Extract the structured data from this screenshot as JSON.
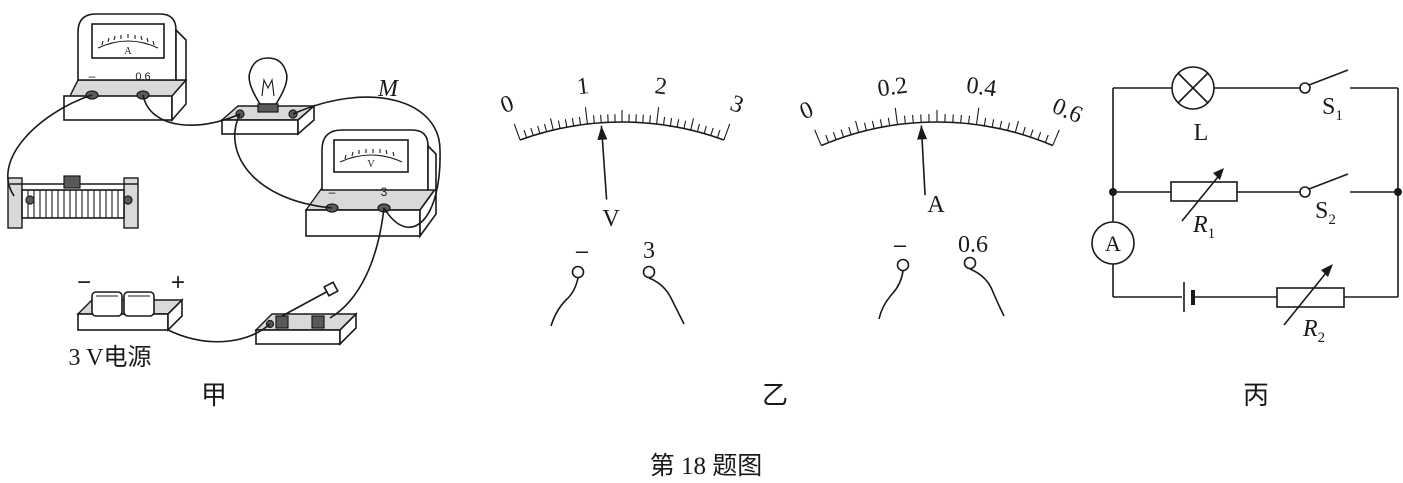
{
  "figure_caption": "第 18 题图",
  "panel_jia": {
    "label": "甲",
    "ammeter": {
      "dial_letter": "A",
      "terminal_minus": "–",
      "terminal_range": "0.6"
    },
    "voltmeter": {
      "dial_letter": "V",
      "terminal_minus": "–",
      "terminal_range": "3"
    },
    "wire_label": "M",
    "battery": {
      "minus": "−",
      "plus": "+",
      "label": "3 V电源"
    }
  },
  "panel_yi": {
    "label": "乙",
    "voltmeter": {
      "scale_labels": [
        "0",
        "1",
        "2",
        "3"
      ],
      "scale_max": 3,
      "needle_value": 1.2,
      "meter_letter": "V",
      "terminal_minus": "–",
      "terminal_range": "3"
    },
    "ammeter": {
      "scale_labels": [
        "0",
        "0.2",
        "0.4",
        "0.6"
      ],
      "scale_max": 0.6,
      "needle_value": 0.26,
      "meter_letter": "A",
      "terminal_minus": "–",
      "terminal_range": "0.6"
    }
  },
  "panel_bing": {
    "label": "丙",
    "lamp": "L",
    "switch1": {
      "main": "S",
      "sub": "1"
    },
    "switch2": {
      "main": "S",
      "sub": "2"
    },
    "r1": {
      "main": "R",
      "sub": "1"
    },
    "r2": {
      "main": "R",
      "sub": "2"
    },
    "ammeter_letter": "A"
  }
}
